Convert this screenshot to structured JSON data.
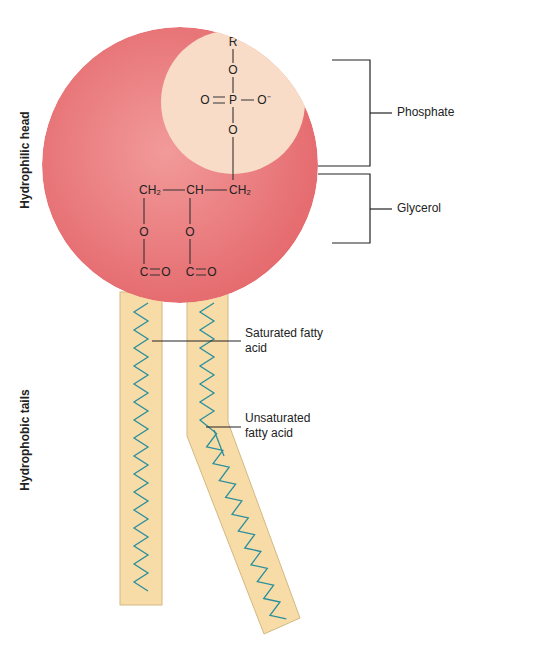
{
  "diagram": {
    "nodes": [
      {
        "text": [
          "CH₂",
          "CH",
          "CH₂",
          "O",
          "O",
          "C",
          "O",
          "C",
          "O"
        ]
      },
      {
        "text": [
          "R",
          "O",
          "O",
          "P",
          "O⁻",
          "O"
        ],
        "in": 0
      }
    ],
    "labels": [
      "Hydrophilic head",
      "Hydrophobic tails",
      "Phosphate",
      "Glycerol",
      "Saturated fatty acid",
      "Unsaturated fatty acid"
    ]
  }
}
